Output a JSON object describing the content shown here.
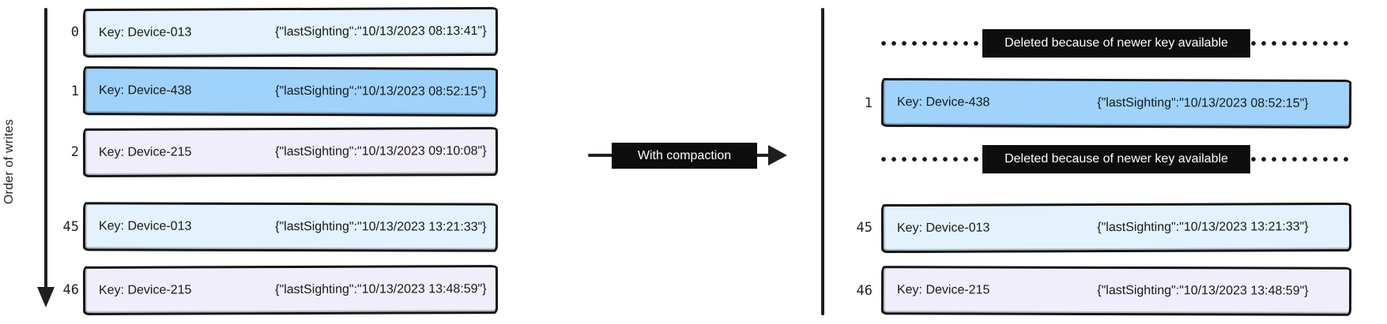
{
  "colors": {
    "light_blue_fill": "#e3f2fd",
    "blue_fill": "#9fd3fb",
    "lavender_fill": "#f1eefb",
    "line_black": "#1f1f1f",
    "label_black_bg": "#0d0d0d",
    "label_white_text": "#ffffff"
  },
  "axis": {
    "label": "Order of writes"
  },
  "transform_arrow": {
    "label": "With compaction"
  },
  "deleted": {
    "label": "Deleted because of newer key available"
  },
  "left_log": {
    "rows": [
      {
        "index": "0",
        "key": "Key: Device-013",
        "value": "{\"lastSighting\":\"10/13/2023 08:13:41\"}",
        "variant": "lightblue"
      },
      {
        "index": "1",
        "key": "Key: Device-438",
        "value": "{\"lastSighting\":\"10/13/2023 08:52:15\"}",
        "variant": "blue"
      },
      {
        "index": "2",
        "key": "Key: Device-215",
        "value": "{\"lastSighting\":\"10/13/2023 09:10:08\"}",
        "variant": "lavender"
      },
      {
        "index": "45",
        "key": "Key: Device-013",
        "value": "{\"lastSighting\":\"10/13/2023 13:21:33\"}",
        "variant": "lightblue"
      },
      {
        "index": "46",
        "key": "Key: Device-215",
        "value": "{\"lastSighting\":\"10/13/2023 13:48:59\"}",
        "variant": "lavender"
      }
    ]
  },
  "right_log": {
    "rows": [
      {
        "type": "deleted",
        "label": "Deleted because of newer key available"
      },
      {
        "type": "record",
        "index": "1",
        "key": "Key: Device-438",
        "value": "{\"lastSighting\":\"10/13/2023 08:52:15\"}",
        "variant": "blue"
      },
      {
        "type": "deleted",
        "label": "Deleted because of newer key available"
      },
      {
        "type": "record",
        "index": "45",
        "key": "Key: Device-013",
        "value": "{\"lastSighting\":\"10/13/2023 13:21:33\"}",
        "variant": "lightblue"
      },
      {
        "type": "record",
        "index": "46",
        "key": "Key: Device-215",
        "value": "{\"lastSighting\":\"10/13/2023 13:48:59\"}",
        "variant": "lavender"
      }
    ]
  }
}
